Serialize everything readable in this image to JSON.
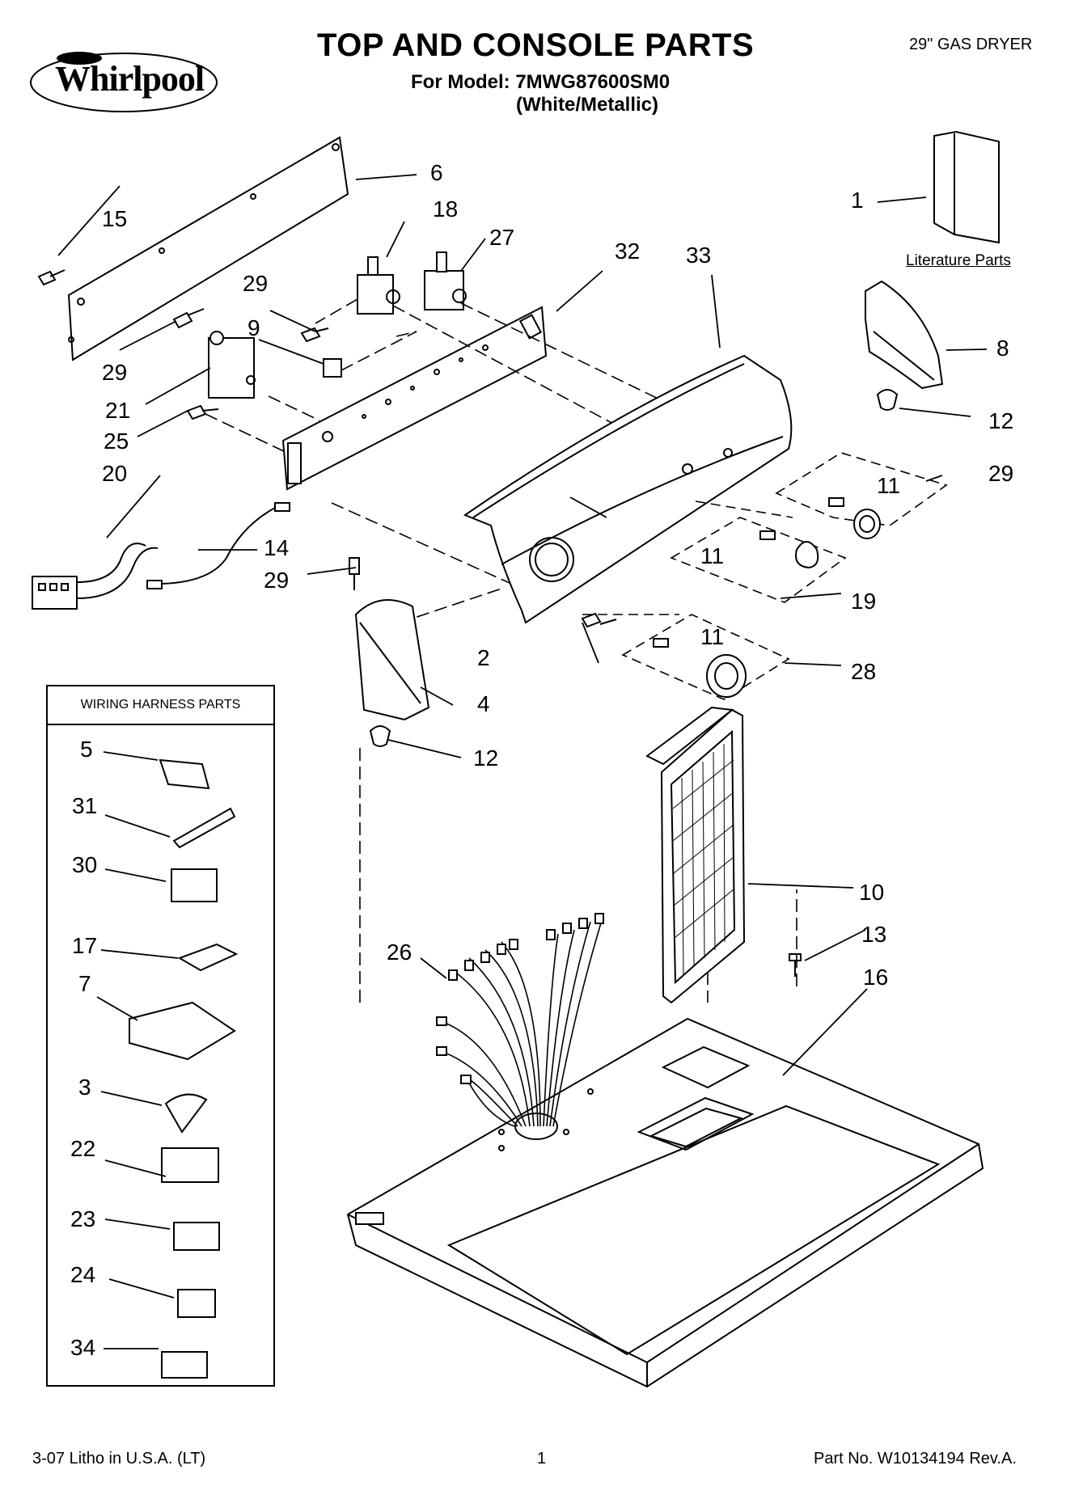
{
  "header": {
    "brand": "Whirlpool",
    "title": "TOP AND CONSOLE PARTS",
    "model_line": "For Model: 7MWG87600SM0",
    "model_color": "(White/Metallic)",
    "appliance": "29\" GAS DRYER"
  },
  "literature_label": "Literature Parts",
  "harness_box_title": "WIRING HARNESS PARTS",
  "callouts": {
    "c1": "1",
    "c2": "2",
    "c4": "4",
    "c6": "6",
    "c8": "8",
    "c9": "9",
    "c10": "10",
    "c11a": "11",
    "c11b": "11",
    "c11c": "11",
    "c12a": "12",
    "c12b": "12",
    "c13": "13",
    "c14": "14",
    "c15": "15",
    "c16": "16",
    "c18": "18",
    "c19": "19",
    "c20": "20",
    "c21": "21",
    "c25": "25",
    "c26": "26",
    "c27": "27",
    "c28": "28",
    "c29a": "29",
    "c29b": "29",
    "c29c": "29",
    "c29d": "29",
    "c32": "32",
    "c33": "33"
  },
  "harness_parts": [
    "5",
    "31",
    "30",
    "17",
    "7",
    "3",
    "22",
    "23",
    "24",
    "34"
  ],
  "footer": {
    "left": "3-07 Litho in U.S.A. (LT)",
    "page": "1",
    "right": "Part No. W10134194 Rev.A."
  }
}
